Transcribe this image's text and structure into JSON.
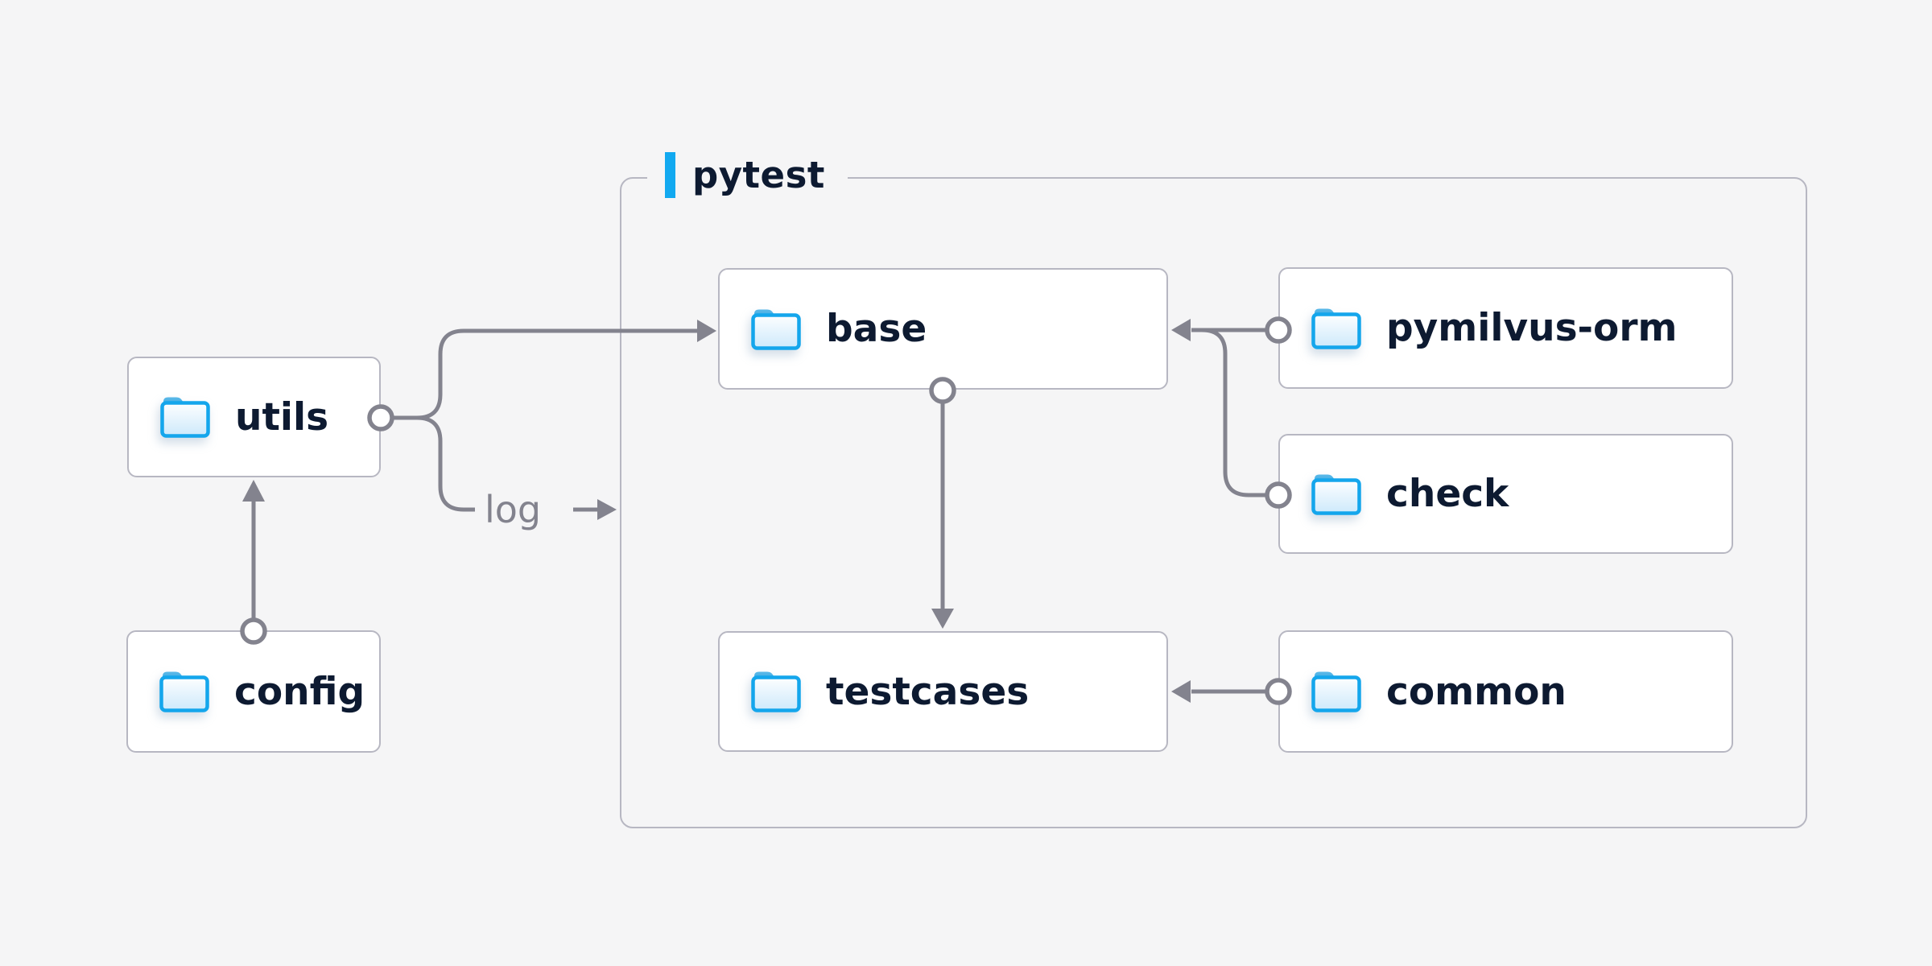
{
  "colors": {
    "background": "#f5f5f6",
    "accent_blue": "#12A9F0",
    "connector_gray": "#83838E",
    "box_border_gray": "#B7B7C2",
    "box_background": "#FFFFFF",
    "label_navy": "#0D1A31",
    "folder_stroke_blue": "#14A6EC",
    "folder_tab_blue": "#2E9FD9",
    "folder_fill_top": "#FDFEFF",
    "folder_fill_bottom": "#CDE9FB"
  },
  "container": {
    "label": "pytest"
  },
  "nodes": [
    {
      "id": "utils",
      "label": "utils",
      "icon": "folder-icon"
    },
    {
      "id": "config",
      "label": "config",
      "icon": "folder-icon"
    },
    {
      "id": "base",
      "label": "base",
      "icon": "folder-icon"
    },
    {
      "id": "pymilvus-orm",
      "label": "pymilvus-orm",
      "icon": "folder-icon"
    },
    {
      "id": "check",
      "label": "check",
      "icon": "folder-icon"
    },
    {
      "id": "testcases",
      "label": "testcases",
      "icon": "folder-icon"
    },
    {
      "id": "common",
      "label": "common",
      "icon": "folder-icon"
    }
  ],
  "edges": [
    {
      "from": "config",
      "to": "utils"
    },
    {
      "from": "utils",
      "to": "base"
    },
    {
      "from": "utils",
      "to": "pytest",
      "label": "log"
    },
    {
      "from": "base",
      "to": "testcases"
    },
    {
      "from": "pymilvus-orm",
      "to": "base"
    },
    {
      "from": "check",
      "to": "base"
    },
    {
      "from": "common",
      "to": "testcases"
    }
  ]
}
